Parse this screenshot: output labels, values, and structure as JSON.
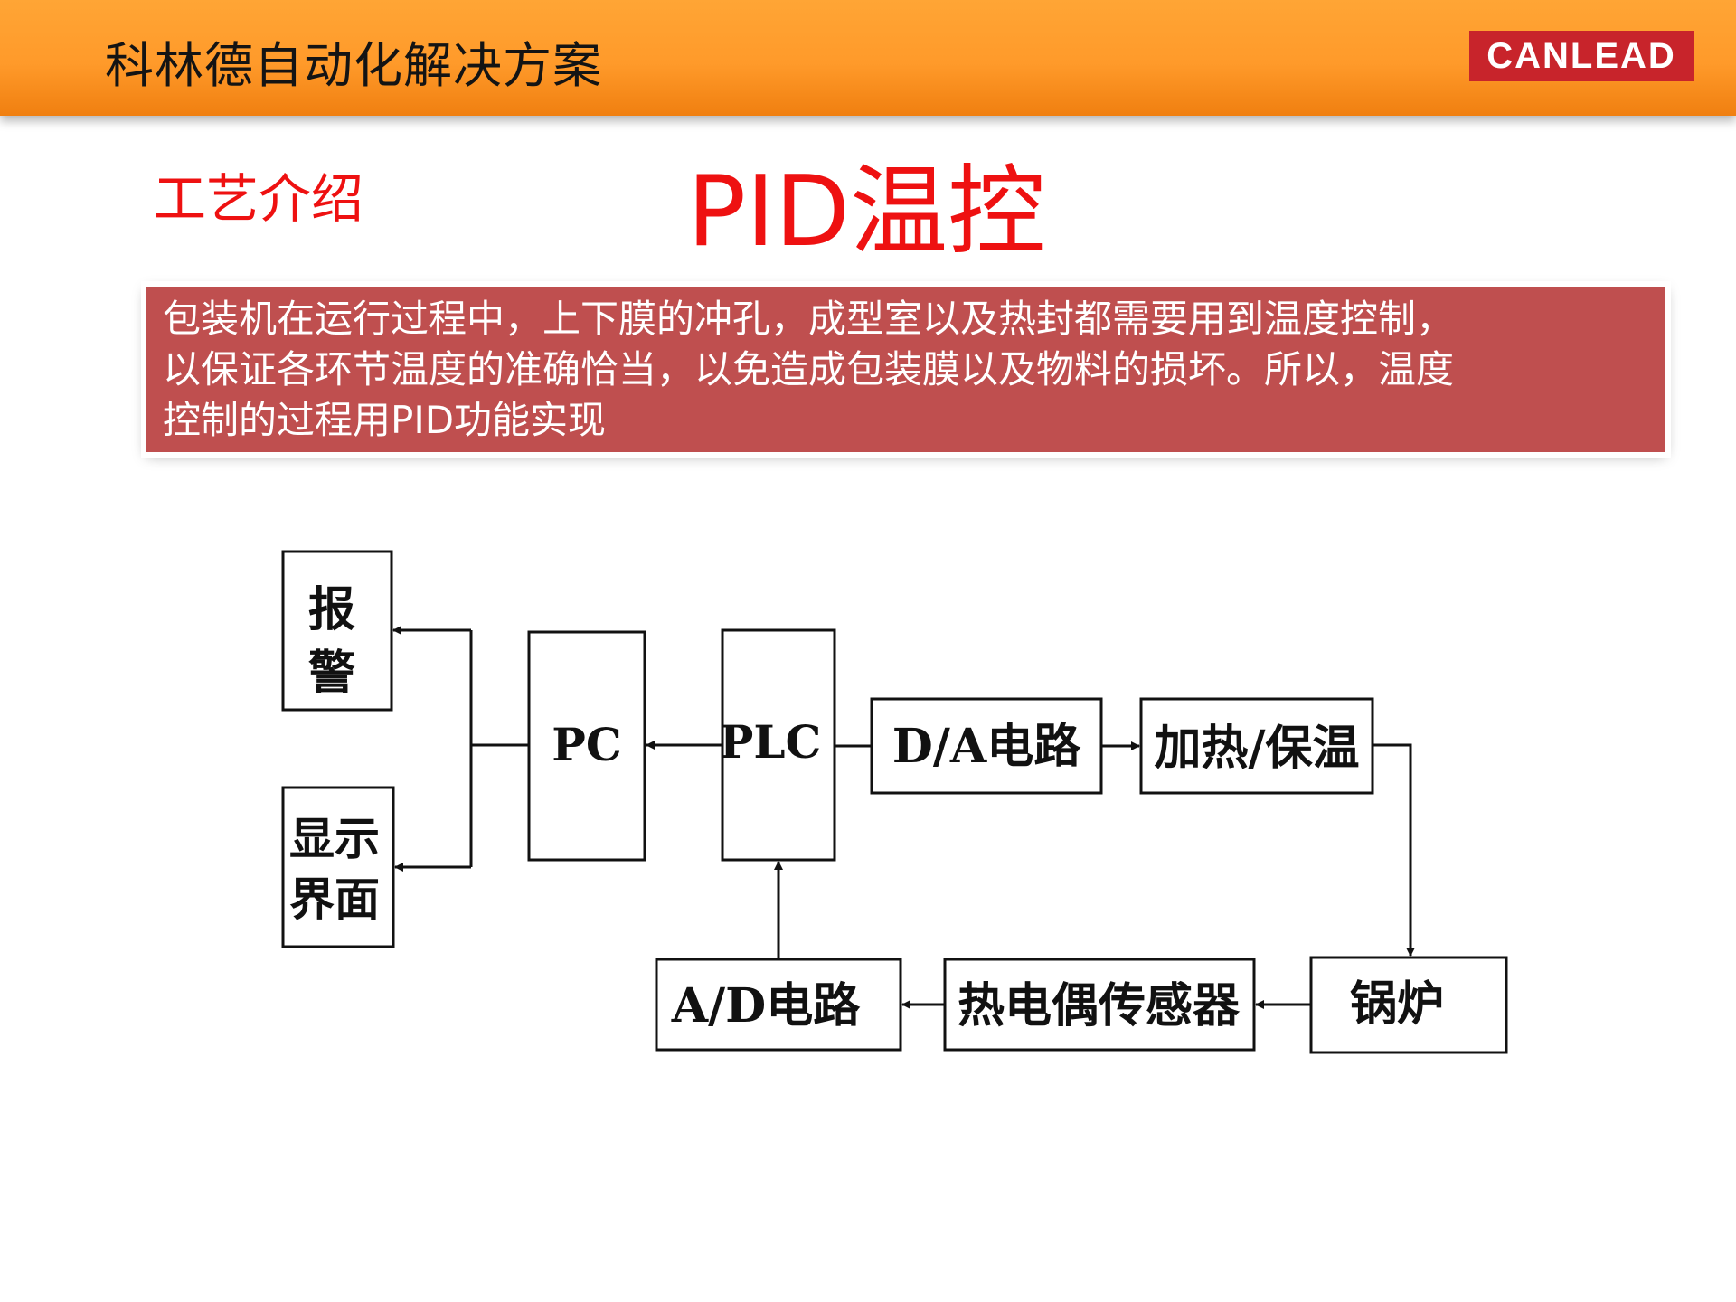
{
  "header": {
    "company_title": "科林德自动化解决方案",
    "logo_text": "CANLEAD",
    "colors": {
      "bar": "#ff9a2a",
      "logo_bg": "#c8242b"
    }
  },
  "section_label": "工艺介绍",
  "slide_title": "PID温控",
  "description": "包装机在运行过程中，上下膜的冲孔，成型室以及热封都需要用到温度控制，\n以保证各环节温度的准确恰当，以免造成包装膜以及物料的损坏。所以，温度\n控制的过程用PID功能实现",
  "description_colors": {
    "box": "#bf4f4f",
    "text": "#ffffff",
    "accent": "#ee1111"
  },
  "diagram": {
    "nodes": {
      "alarm": [
        "报",
        "警"
      ],
      "display": [
        "显示",
        "界面"
      ],
      "pc": "PC",
      "plc": "PLC",
      "da_circuit": "D/A电路",
      "heating": "加热/保温",
      "boiler": "锅炉",
      "thermocouple": "热电偶传感器",
      "ad_circuit": "A/D电路"
    },
    "edges": [
      {
        "from": "pc",
        "to": "alarm"
      },
      {
        "from": "pc",
        "to": "display"
      },
      {
        "from": "plc",
        "to": "pc"
      },
      {
        "from": "plc",
        "to": "da_circuit"
      },
      {
        "from": "da_circuit",
        "to": "heating"
      },
      {
        "from": "heating",
        "to": "boiler"
      },
      {
        "from": "boiler",
        "to": "thermocouple"
      },
      {
        "from": "thermocouple",
        "to": "ad_circuit"
      },
      {
        "from": "ad_circuit",
        "to": "plc"
      }
    ]
  }
}
